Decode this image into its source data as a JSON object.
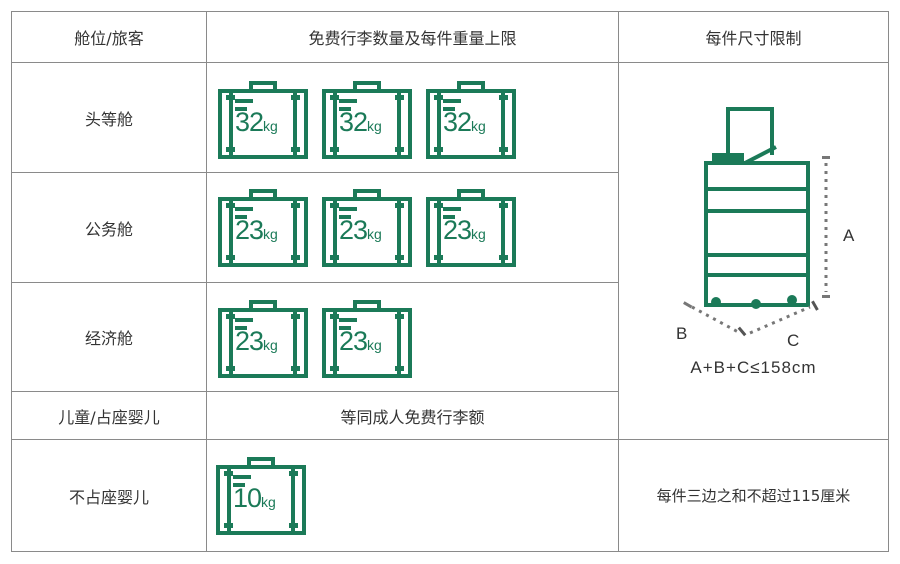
{
  "header": {
    "col1": "舱位/旅客",
    "col2": "免费行李数量及每件重量上限",
    "col3": "每件尺寸限制"
  },
  "rows": [
    {
      "label": "头等舱",
      "bags": [
        {
          "num": "32",
          "unit": "kg"
        },
        {
          "num": "32",
          "unit": "kg"
        },
        {
          "num": "32",
          "unit": "kg"
        }
      ]
    },
    {
      "label": "公务舱",
      "bags": [
        {
          "num": "23",
          "unit": "kg"
        },
        {
          "num": "23",
          "unit": "kg"
        },
        {
          "num": "23",
          "unit": "kg"
        }
      ]
    },
    {
      "label": "经济舱",
      "bags": [
        {
          "num": "23",
          "unit": "kg"
        },
        {
          "num": "23",
          "unit": "kg"
        }
      ]
    },
    {
      "label": "儿童/占座婴儿",
      "text": "等同成人免费行李额"
    },
    {
      "label": "不占座婴儿",
      "bags": [
        {
          "num": "10",
          "unit": "kg"
        }
      ]
    }
  ],
  "size_limit": {
    "dim_a": "A",
    "dim_b": "B",
    "dim_c": "C",
    "formula": "A+B+C≤158cm",
    "infant_text": "每件三边之和不超过115厘米"
  },
  "colors": {
    "accent": "#1b7a58",
    "border": "#8a8a8a",
    "dots": "#777777"
  },
  "icons": {
    "bag": "suitcase-icon",
    "trolley": "trolley-suitcase-icon"
  }
}
